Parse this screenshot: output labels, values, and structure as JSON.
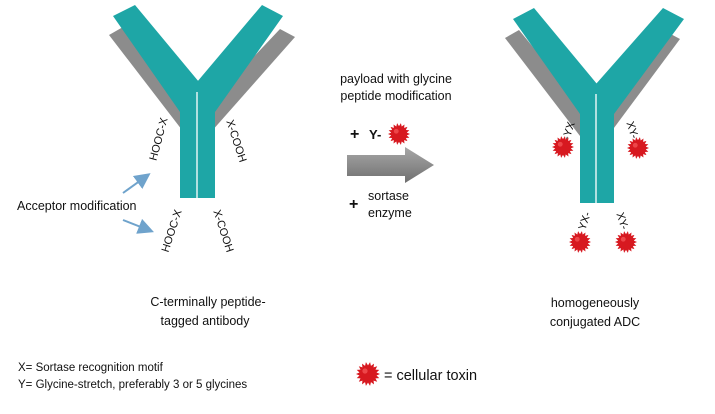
{
  "labels": {
    "payload_line1": "payload with glycine",
    "payload_line2": "peptide modification",
    "plus": "+",
    "y_dash": "Y-",
    "sortase_line1": "sortase",
    "sortase_line2": "enzyme",
    "acceptor": "Acceptor modification",
    "left_caption_line1": "C-terminally peptide-",
    "left_caption_line2": "tagged antibody",
    "right_caption_line1": "homogeneously",
    "right_caption_line2": "conjugated ADC",
    "legend_x": "X= Sortase recognition motif",
    "legend_y": "Y= Glycine-stretch, preferably 3 or 5 glycines",
    "toxin_legend": "= cellular toxin"
  },
  "left_antibody": {
    "upper_left_tag": "HOOC-X",
    "upper_right_tag": "X-COOH",
    "lower_left_tag": "HOOC-X",
    "lower_right_tag": "X-COOH"
  },
  "right_antibody": {
    "upper_left_tag": "-YX",
    "upper_right_tag": "XY-",
    "lower_left_tag": "YX-",
    "lower_right_tag": "XY-"
  },
  "colors": {
    "heavy_chain": "#1ea6a6",
    "light_chain": "#8c8c8c",
    "toxin": "#d71920",
    "arrow": "#7f7f7f",
    "acceptor_arrow": "#6fa3cc",
    "text": "#111111"
  },
  "icons": {
    "toxin": "red-spiky-ball",
    "reaction_arrow": "block-arrow-right",
    "pointer_arrow": "thin-blue-arrow"
  }
}
